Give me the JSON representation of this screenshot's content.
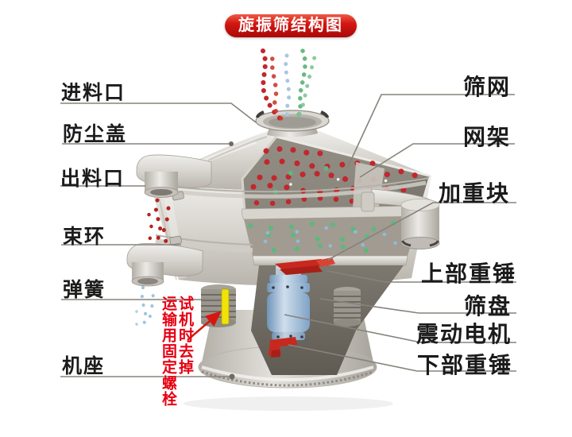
{
  "title": "旋振筛结构图",
  "labels": {
    "left": [
      {
        "id": "feed-inlet",
        "text": "进料口"
      },
      {
        "id": "dust-cover",
        "text": "防尘盖"
      },
      {
        "id": "discharge-outlet",
        "text": "出料口"
      },
      {
        "id": "clamp-ring",
        "text": "束环"
      },
      {
        "id": "spring",
        "text": "弹簧"
      },
      {
        "id": "machine-base",
        "text": "机座"
      }
    ],
    "right": [
      {
        "id": "screen-mesh",
        "text": "筛网"
      },
      {
        "id": "mesh-frame",
        "text": "网架"
      },
      {
        "id": "weight-block",
        "text": "加重块"
      },
      {
        "id": "upper-weight",
        "text": "上部重锤"
      },
      {
        "id": "screen-tray",
        "text": "筛盘"
      },
      {
        "id": "vibration-motor",
        "text": "震动电机"
      },
      {
        "id": "lower-weight",
        "text": "下部重锤"
      }
    ]
  },
  "annotation": {
    "text": "试机时去掉\n运输用固定螺栓",
    "color": "#e60012"
  },
  "colors": {
    "badge_red": "#c8100c",
    "label_text": "#1b1b1b",
    "leader_line": "#87837c",
    "machine_light": "#dcd9d3",
    "machine_shadow": "#aeaaa2",
    "interior_gray": "#99948a",
    "interior_dark": "#6b675f",
    "motor_blue": "#8cb0d4",
    "weight_red": "#c8281e",
    "bolt_yellow": "#f2e307",
    "particle_red": "#c1272d",
    "particle_green": "#5db87e",
    "particle_blue": "#9fc3dc"
  }
}
